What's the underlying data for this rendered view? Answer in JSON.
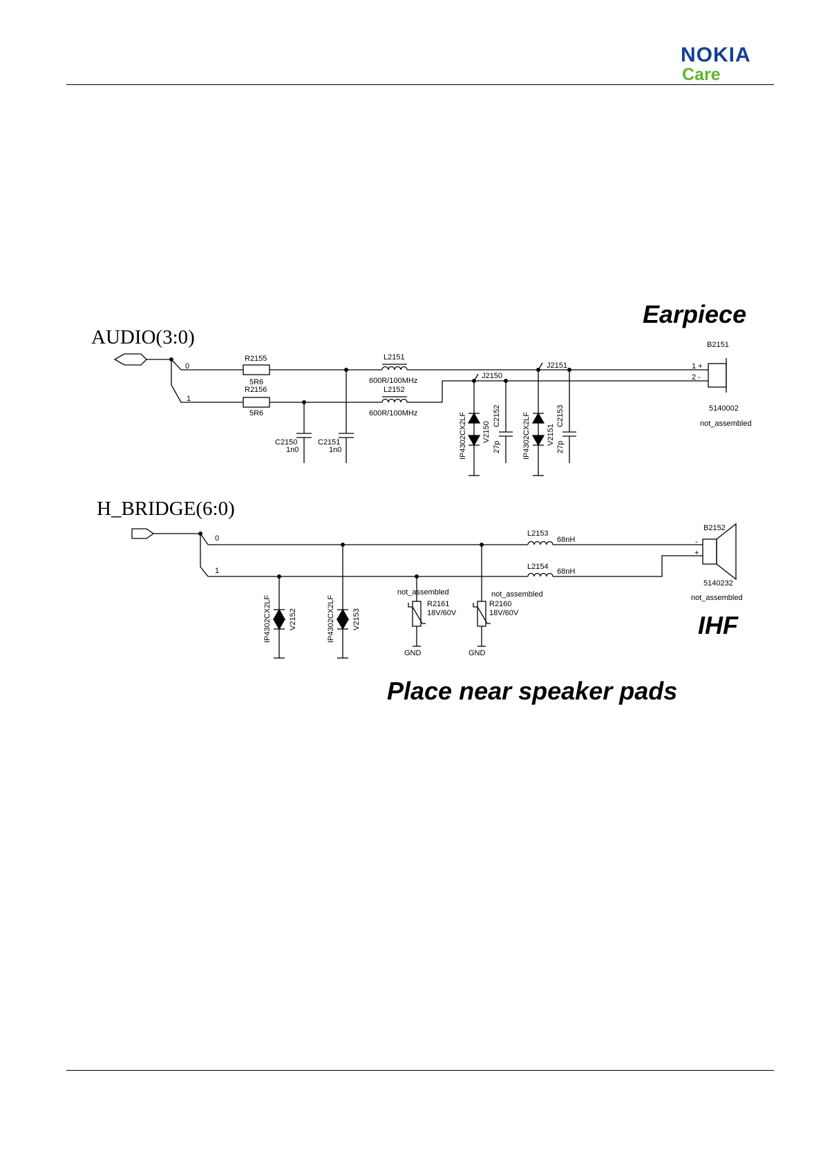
{
  "header": {
    "brand": "NOKIA",
    "subbrand": "Care"
  },
  "schematic": {
    "titles": {
      "earpiece": "Earpiece",
      "ihf": "IHF",
      "note": "Place near speaker pads"
    },
    "buses": {
      "audio": "AUDIO(3:0)",
      "hbridge": "H_BRIDGE(6:0)"
    },
    "pins": {
      "p0": "0",
      "p1": "1",
      "p0b": "0",
      "p1b": "1"
    },
    "audio": {
      "r2155": {
        "ref": "R2155",
        "value": "5R6"
      },
      "r2156": {
        "ref": "R2156",
        "value": "5R6"
      },
      "l2151": {
        "ref": "L2151",
        "value": "600R/100MHz"
      },
      "l2152": {
        "ref": "L2152",
        "value": "600R/100MHz"
      },
      "c2150": {
        "ref": "C2150",
        "value": "1n0"
      },
      "c2151": {
        "ref": "C2151",
        "value": "1n0"
      },
      "j2150": "J2150",
      "j2151": "J2151",
      "v2150": {
        "ref": "V2150",
        "part": "IP4302CX2LF"
      },
      "v2151": {
        "ref": "V2151",
        "part": "IP4302CX2LF"
      },
      "c2152": {
        "ref": "C2152",
        "value": "27p"
      },
      "c2153": {
        "ref": "C2153",
        "value": "27p"
      },
      "b2151": {
        "ref": "B2151",
        "code": "5140002",
        "status": "not_assembled",
        "pin1": "1 +",
        "pin2": "2 -"
      }
    },
    "ihf": {
      "l2153": {
        "ref": "L2153",
        "value": "68nH"
      },
      "l2154": {
        "ref": "L2154",
        "value": "68nH"
      },
      "v2152": {
        "ref": "V2152",
        "part": "IP4302CX2LF"
      },
      "v2153": {
        "ref": "V2153",
        "part": "IP4302CX2LF"
      },
      "r2161": {
        "ref": "R2161",
        "value": "18V/60V",
        "status": "not_assembled",
        "gnd": "GND"
      },
      "r2160": {
        "ref": "R2160",
        "value": "18V/60V",
        "status": "not_assembled",
        "gnd": "GND"
      },
      "b2152": {
        "ref": "B2152",
        "code": "5140232",
        "status": "not_assembled",
        "pin_minus": "-",
        "pin_plus": "+"
      }
    }
  }
}
